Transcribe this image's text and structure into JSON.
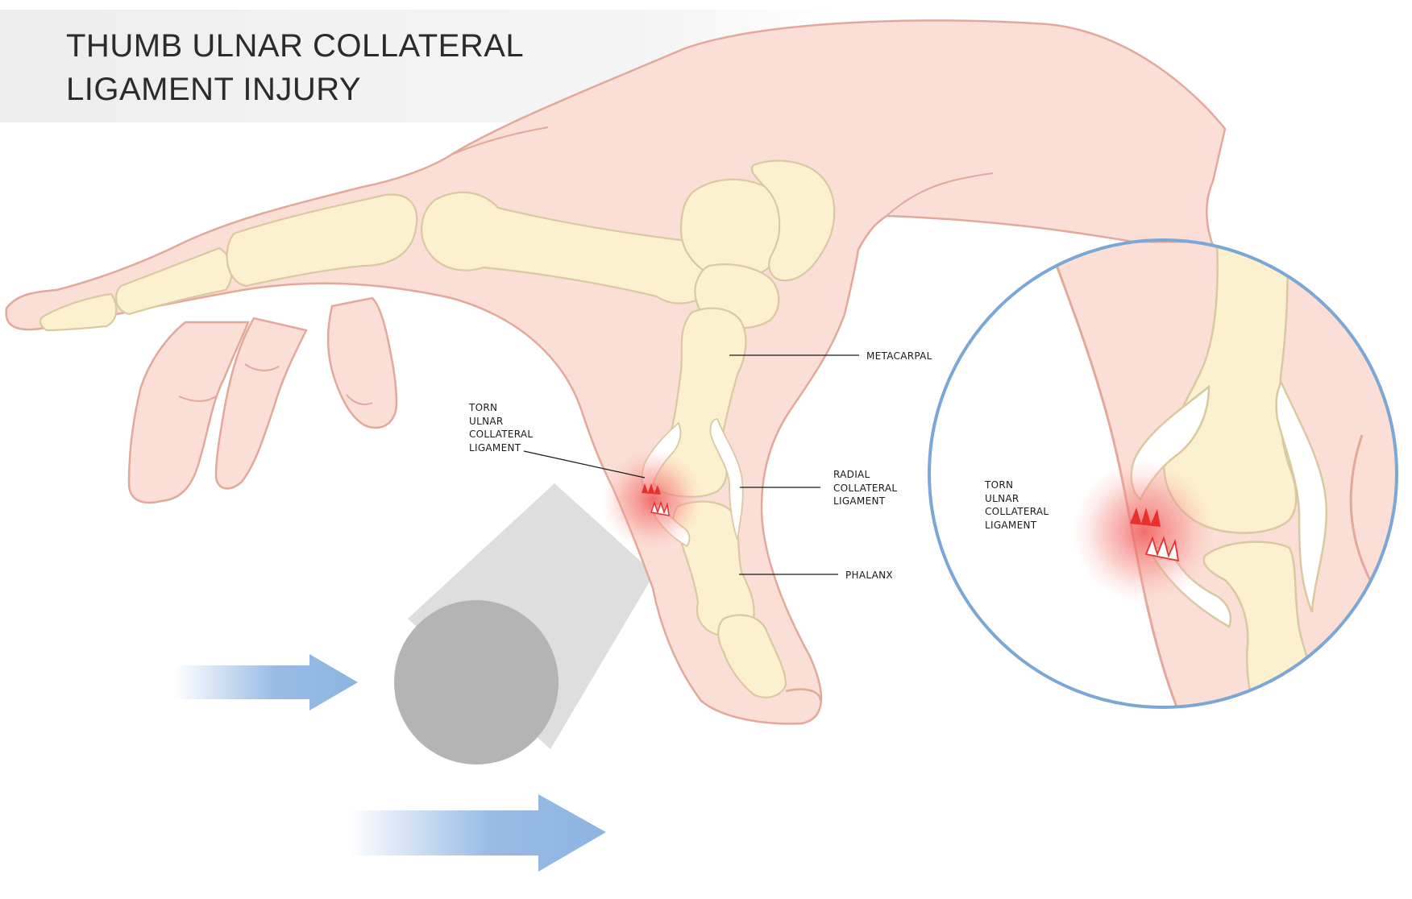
{
  "title": {
    "line1": "THUMB ULNAR COLLATERAL",
    "line2": "LIGAMENT INJURY"
  },
  "labels": {
    "torn_ulnar": [
      "TORN",
      "ULNAR",
      "COLLATERAL",
      "LIGAMENT"
    ],
    "metacarpal": "METACARPAL",
    "radial": [
      "RADIAL",
      "COLLATERAL",
      "LIGAMENT"
    ],
    "phalanx": "PHALANX",
    "inset_torn_ulnar": [
      "TORN",
      "ULNAR",
      "COLLATERAL",
      "LIGAMENT"
    ]
  },
  "colors": {
    "skin": "#fbded6",
    "skin_outline": "#e2a99a",
    "bone": "#fcf1cf",
    "bone_outline": "#d9c9a2",
    "ligament": "#ffffff",
    "injury_red": "#e8312f",
    "inset_circle": "#7ba7d7",
    "arrow_blue": "#8db4e2",
    "object_gray": "#b4b4b4",
    "object_shadow": "#dedede"
  }
}
